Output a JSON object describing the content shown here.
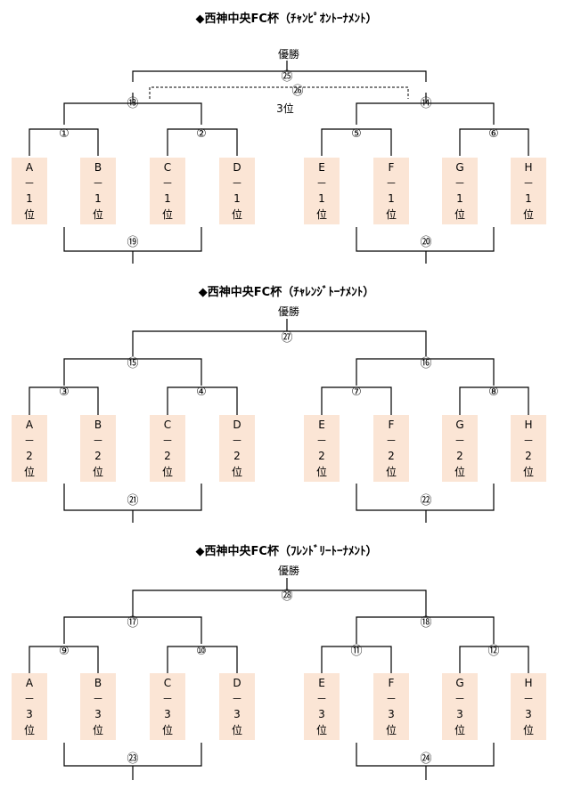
{
  "brackets": [
    {
      "title": "◆西神中央FC杯（ﾁｬﾝﾋﾟｵﾝﾄｰﾅﾒﾝﾄ）",
      "winner_label": "優勝",
      "third_place_label": "3位",
      "final_match": "㉕",
      "third_match": "㉖",
      "semi_matches": [
        "⑬",
        "⑭"
      ],
      "first_matches": [
        "①",
        "②",
        "⑤",
        "⑥"
      ],
      "consolation_matches": [
        "⑲",
        "⑳"
      ],
      "teams": [
        {
          "letter": "A",
          "dash": "－",
          "rank": "1",
          "suffix": "位"
        },
        {
          "letter": "B",
          "dash": "－",
          "rank": "1",
          "suffix": "位"
        },
        {
          "letter": "C",
          "dash": "－",
          "rank": "1",
          "suffix": "位"
        },
        {
          "letter": "D",
          "dash": "－",
          "rank": "1",
          "suffix": "位"
        },
        {
          "letter": "E",
          "dash": "－",
          "rank": "1",
          "suffix": "位"
        },
        {
          "letter": "F",
          "dash": "－",
          "rank": "1",
          "suffix": "位"
        },
        {
          "letter": "G",
          "dash": "－",
          "rank": "1",
          "suffix": "位"
        },
        {
          "letter": "H",
          "dash": "－",
          "rank": "1",
          "suffix": "位"
        }
      ]
    },
    {
      "title": "◆西神中央FC杯（ﾁｬﾚﾝｼﾞﾄｰﾅﾒﾝﾄ）",
      "winner_label": "優勝",
      "final_match": "㉗",
      "semi_matches": [
        "⑮",
        "⑯"
      ],
      "first_matches": [
        "③",
        "④",
        "⑦",
        "⑧"
      ],
      "consolation_matches": [
        "㉑",
        "㉒"
      ],
      "teams": [
        {
          "letter": "A",
          "dash": "－",
          "rank": "2",
          "suffix": "位"
        },
        {
          "letter": "B",
          "dash": "－",
          "rank": "2",
          "suffix": "位"
        },
        {
          "letter": "C",
          "dash": "－",
          "rank": "2",
          "suffix": "位"
        },
        {
          "letter": "D",
          "dash": "－",
          "rank": "2",
          "suffix": "位"
        },
        {
          "letter": "E",
          "dash": "－",
          "rank": "2",
          "suffix": "位"
        },
        {
          "letter": "F",
          "dash": "－",
          "rank": "2",
          "suffix": "位"
        },
        {
          "letter": "G",
          "dash": "－",
          "rank": "2",
          "suffix": "位"
        },
        {
          "letter": "H",
          "dash": "－",
          "rank": "2",
          "suffix": "位"
        }
      ]
    },
    {
      "title": "◆西神中央FC杯（ﾌﾚﾝﾄﾞﾘｰﾄｰﾅﾒﾝﾄ）",
      "winner_label": "優勝",
      "final_match": "㉘",
      "semi_matches": [
        "⑰",
        "⑱"
      ],
      "first_matches": [
        "⑨",
        "⑩",
        "⑪",
        "⑫"
      ],
      "consolation_matches": [
        "㉓",
        "㉔"
      ],
      "teams": [
        {
          "letter": "A",
          "dash": "－",
          "rank": "3",
          "suffix": "位"
        },
        {
          "letter": "B",
          "dash": "－",
          "rank": "3",
          "suffix": "位"
        },
        {
          "letter": "C",
          "dash": "－",
          "rank": "3",
          "suffix": "位"
        },
        {
          "letter": "D",
          "dash": "－",
          "rank": "3",
          "suffix": "位"
        },
        {
          "letter": "E",
          "dash": "－",
          "rank": "3",
          "suffix": "位"
        },
        {
          "letter": "F",
          "dash": "－",
          "rank": "3",
          "suffix": "位"
        },
        {
          "letter": "G",
          "dash": "－",
          "rank": "3",
          "suffix": "位"
        },
        {
          "letter": "H",
          "dash": "－",
          "rank": "3",
          "suffix": "位"
        }
      ]
    }
  ]
}
